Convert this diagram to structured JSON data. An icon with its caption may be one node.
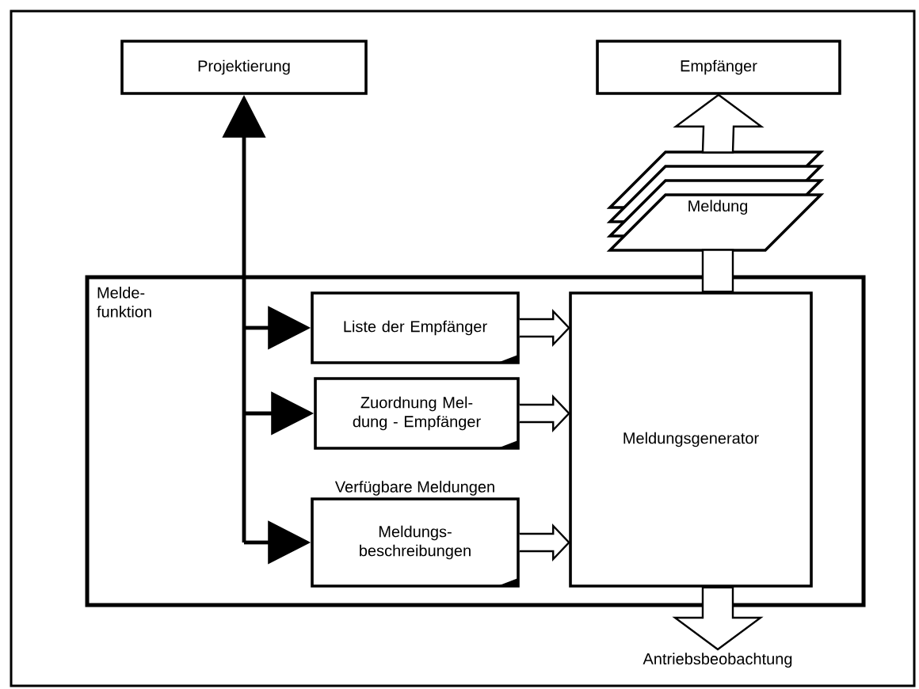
{
  "diagram": {
    "nodes": [
      {
        "text": [
          "Projektierung"
        ]
      },
      {
        "text": [
          "Empfänger"
        ]
      },
      {
        "text": [
          "Meldung"
        ]
      },
      {
        "text": [
          "Melde- funktion"
        ]
      },
      {
        "text": [
          "Liste der Empfänger"
        ],
        "in": 3
      },
      {
        "text": [
          "Zuordnung Mel- dung - Empfänger"
        ],
        "in": 3
      },
      {
        "text": [
          "Meldungs- beschreibungen"
        ],
        "in": 3,
        "beside": [
          "Verfügbare Meldungen"
        ]
      },
      {
        "text": [
          "Meldungsgenerator"
        ],
        "in": 3
      },
      {
        "text": [
          "Antriebsbeobachtung"
        ]
      }
    ],
    "edges": [
      {
        "from": 0,
        "to": 4,
        "arrow": "both"
      },
      {
        "from": 0,
        "to": 5,
        "arrow": "both"
      },
      {
        "from": 0,
        "to": 6,
        "arrow": "both"
      },
      {
        "from": 4,
        "to": 7,
        "arrow": "to"
      },
      {
        "from": 5,
        "to": 7,
        "arrow": "to"
      },
      {
        "from": 6,
        "to": 7,
        "arrow": "to"
      },
      {
        "from": 7,
        "to": 2,
        "arrow": "none"
      },
      {
        "from": 2,
        "to": 1,
        "arrow": "to"
      },
      {
        "from": 7,
        "to": 8,
        "arrow": "to"
      }
    ]
  }
}
